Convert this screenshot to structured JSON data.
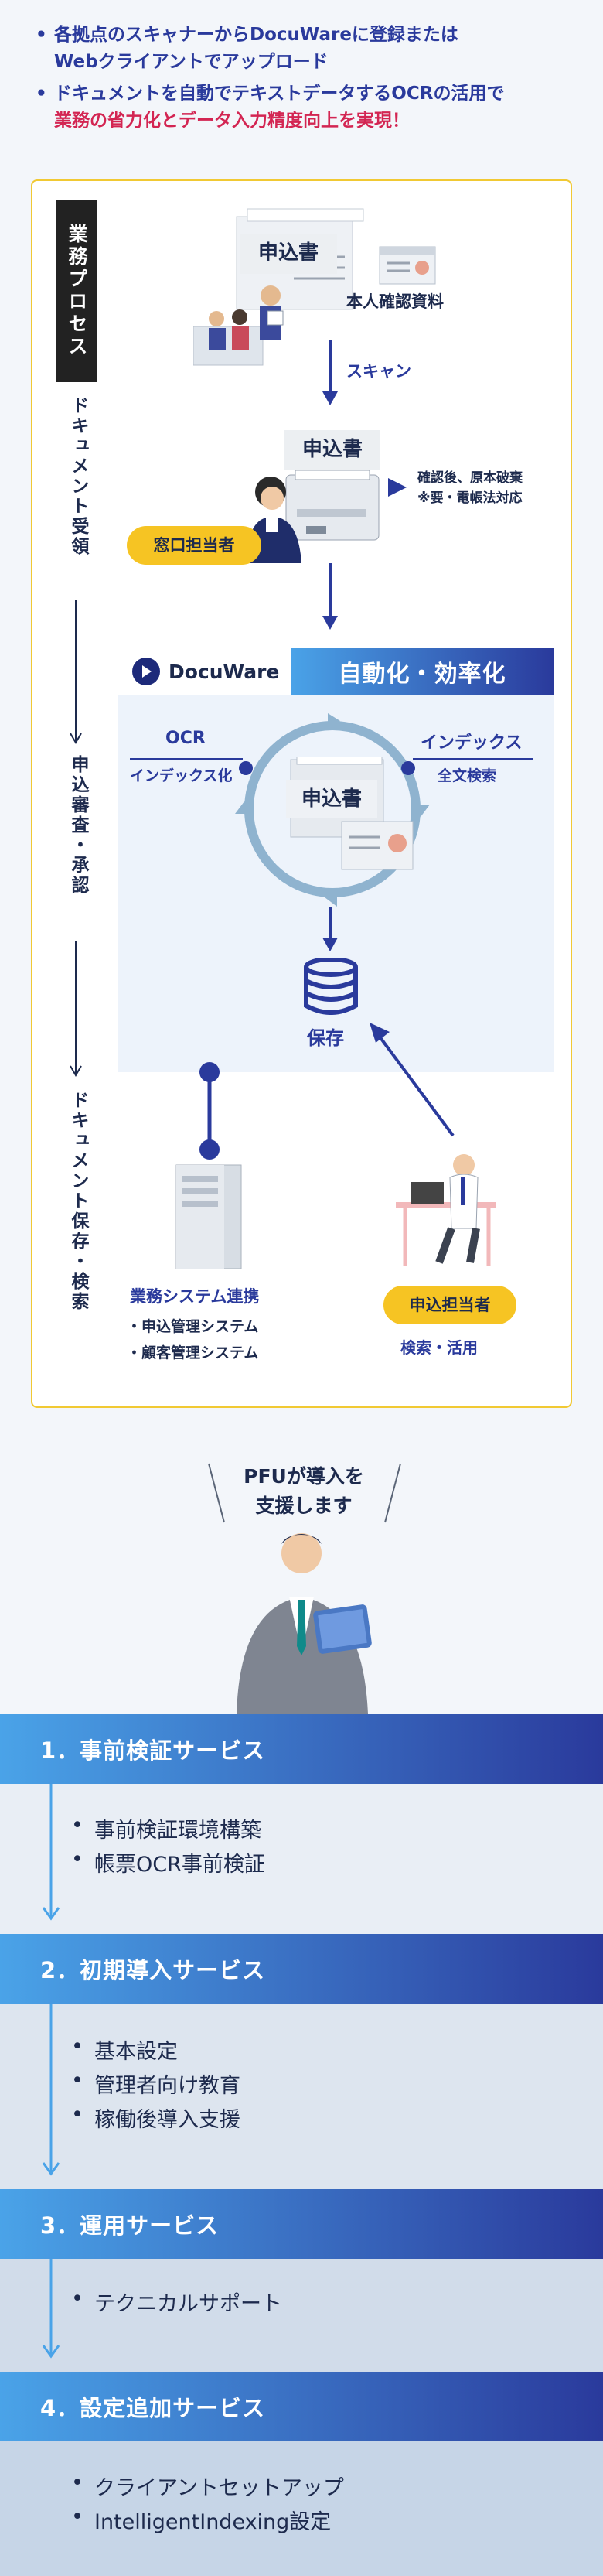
{
  "intro": {
    "bullet1_line1": "各拠点のスキャナーからDocuWareに登録または",
    "bullet1_line2": "Webクライアントでアップロード",
    "bullet2_line1": "ドキュメントを自動でテキストデータするOCRの活用で",
    "bullet2_line2": "業務の省力化とデータ入力精度向上を実現！"
  },
  "process": {
    "label": "業務プロセス",
    "stage1": "ドキュメント受領",
    "stage2": "申込審査・承認",
    "stage3": "ドキュメント保存・検索"
  },
  "flow": {
    "form_label": "申込書",
    "id_docs": "本人確認資料",
    "scan_label": "スキャン",
    "form_label_2": "申込書",
    "after_check_1": "確認後、原本破棄",
    "after_check_2": "※要・電帳法対応",
    "window_staff": "窓口担当者"
  },
  "docuware": {
    "logo": "DocuWare",
    "title": "自動化・効率化",
    "ocr": "OCR",
    "ocr_sub": "インデックス化",
    "index": "インデックス",
    "index_sub": "全文検索",
    "center_form": "申込書",
    "storage": "保存"
  },
  "bottom": {
    "system_title": "業務システム連携",
    "system_item1": "・申込管理システム",
    "system_item2": "・顧客管理システム",
    "staff": "申込担当者",
    "staff_sub": "検索・活用"
  },
  "support": {
    "line1": "PFUが導入を",
    "line2": "支援します"
  },
  "services": [
    {
      "title": "1．事前検証サービス",
      "items": [
        "事前検証環境構築",
        "帳票OCR事前検証"
      ]
    },
    {
      "title": "2．初期導入サービス",
      "items": [
        "基本設定",
        "管理者向け教育",
        "稼働後導入支援"
      ]
    },
    {
      "title": "3．運用サービス",
      "items": [
        "テクニカルサポート"
      ]
    },
    {
      "title": "4．設定追加サービス",
      "items": [
        "クライアントセットアップ",
        "IntelligentIndexing設定"
      ]
    }
  ],
  "colors": {
    "accent_blue": "#2a3a9c",
    "light_blue": "#4aa3e8",
    "yellow": "#f6c423",
    "red": "#d32552"
  }
}
